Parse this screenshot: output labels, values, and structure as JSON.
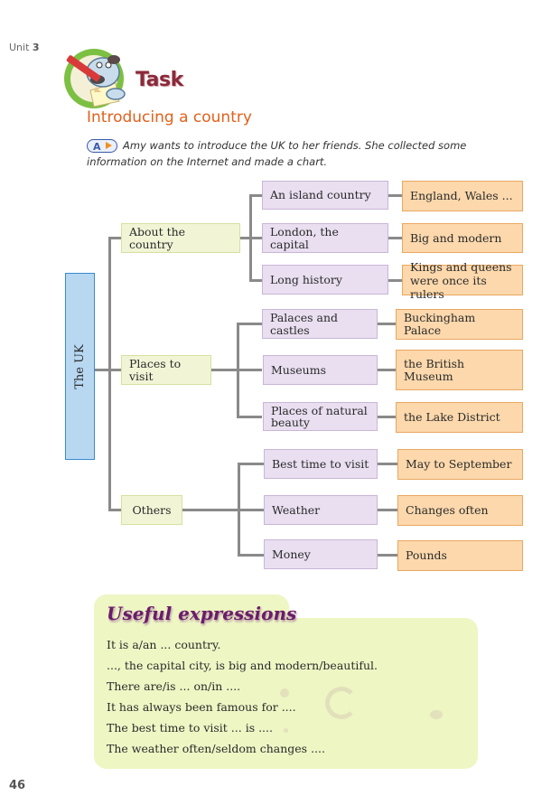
{
  "header": {
    "unit_label": "Unit",
    "unit_number": "3",
    "task_title": "Task",
    "section_title": "Introducing a country",
    "activity_badge": "A",
    "intro_text": "Amy wants to introduce the UK to her friends. She collected some information on the Internet and made a chart."
  },
  "mindmap": {
    "root": "The UK",
    "branches": [
      {
        "label": "About the country",
        "children": [
          {
            "label": "An island country",
            "detail": "England, Wales ..."
          },
          {
            "label": "London, the capital",
            "detail": "Big and modern"
          },
          {
            "label": "Long history",
            "detail": "Kings and queens were once its rulers"
          }
        ]
      },
      {
        "label": "Places to visit",
        "children": [
          {
            "label": "Palaces and castles",
            "detail": "Buckingham Palace"
          },
          {
            "label": "Museums",
            "detail": "the British Museum"
          },
          {
            "label": "Places of natural beauty",
            "detail": "the Lake District"
          }
        ]
      },
      {
        "label": "Others",
        "children": [
          {
            "label": "Best time to visit",
            "detail": "May to September"
          },
          {
            "label": "Weather",
            "detail": "Changes often"
          },
          {
            "label": "Money",
            "detail": "Pounds"
          }
        ]
      }
    ]
  },
  "useful_expressions": {
    "title": "Useful expressions",
    "items": [
      "It is a/an ... country.",
      "..., the capital city, is big and modern/beautiful.",
      "There are/is ... on/in ....",
      "It has always been famous for ....",
      "The best time to visit ... is ....",
      "The weather often/seldom changes ...."
    ]
  },
  "footer": {
    "page_number": "46"
  }
}
